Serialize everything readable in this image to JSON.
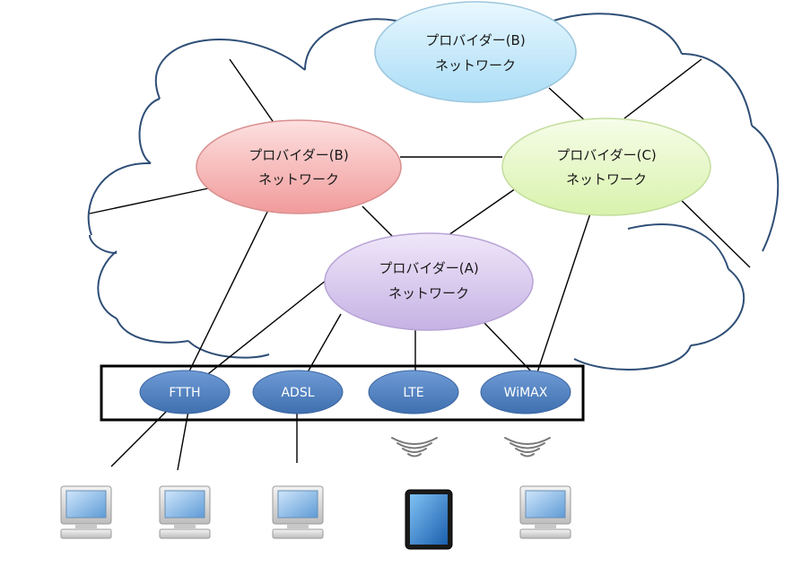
{
  "providers": {
    "top_b": {
      "line1": "プロバイダー(B)",
      "line2": "ネットワーク",
      "fill": "#bfe6fb",
      "stroke": "#9cc6dc"
    },
    "left_b": {
      "line1": "プロバイダー(B)",
      "line2": "ネットワーク",
      "fill": "#f6b1b1",
      "stroke": "#d98f8f"
    },
    "right_c": {
      "line1": "プロバイダー(C)",
      "line2": "ネットワーク",
      "fill": "#e6f8c6",
      "stroke": "#c3dd9d"
    },
    "mid_a": {
      "line1": "プロバイダー(A)",
      "line2": "ネットワーク",
      "fill": "#d9c8ee",
      "stroke": "#b8a4d6"
    }
  },
  "access": [
    {
      "label": "FTTH"
    },
    {
      "label": "ADSL"
    },
    {
      "label": "LTE"
    },
    {
      "label": "WiMAX"
    }
  ],
  "colors": {
    "cloud_stroke": "#2f4f77",
    "access_fill": "#4a7cbf",
    "line": "#000000"
  },
  "devices": [
    "pc-icon",
    "pc-icon",
    "pc-icon",
    "tablet-icon",
    "pc-icon"
  ]
}
